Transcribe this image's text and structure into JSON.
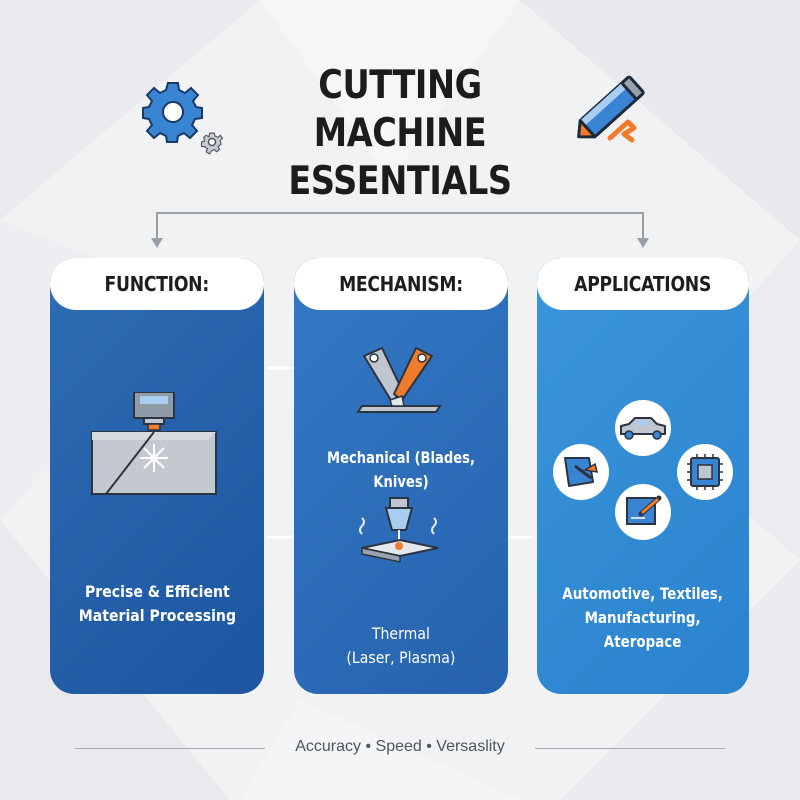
{
  "title": {
    "line1": "CUTTING MACHINE",
    "line2": "ESSENTIALS"
  },
  "columns": {
    "function": {
      "header": "FUNCTION:",
      "text": "Precise & Efficient\nMaterial Processing",
      "icon": "laser-cutting-head-icon"
    },
    "mechanism": {
      "header": "MECHANISM:",
      "mechanical": "Mechanical (Blades, Knives)",
      "thermal": "Thermal\n(Laser, Plasma)",
      "icons": [
        "blades-knives-icon",
        "laser-nozzle-icon"
      ]
    },
    "applications": {
      "header": "APPLICATIONS",
      "text": "Automotive, Textiles,\nManufacturing,\nAteropace",
      "icons": [
        "car-icon",
        "textile-icon",
        "microchip-icon",
        "drafting-icon"
      ]
    }
  },
  "tagline": "Accuracy • Speed • Versaslity",
  "colors": {
    "function_panel": "#2462ab",
    "mechanism_panel": "#2e6fbb",
    "applications_panel": "#3590d8",
    "accent_orange": "#f07b2a",
    "icon_blue": "#3a84d4"
  }
}
